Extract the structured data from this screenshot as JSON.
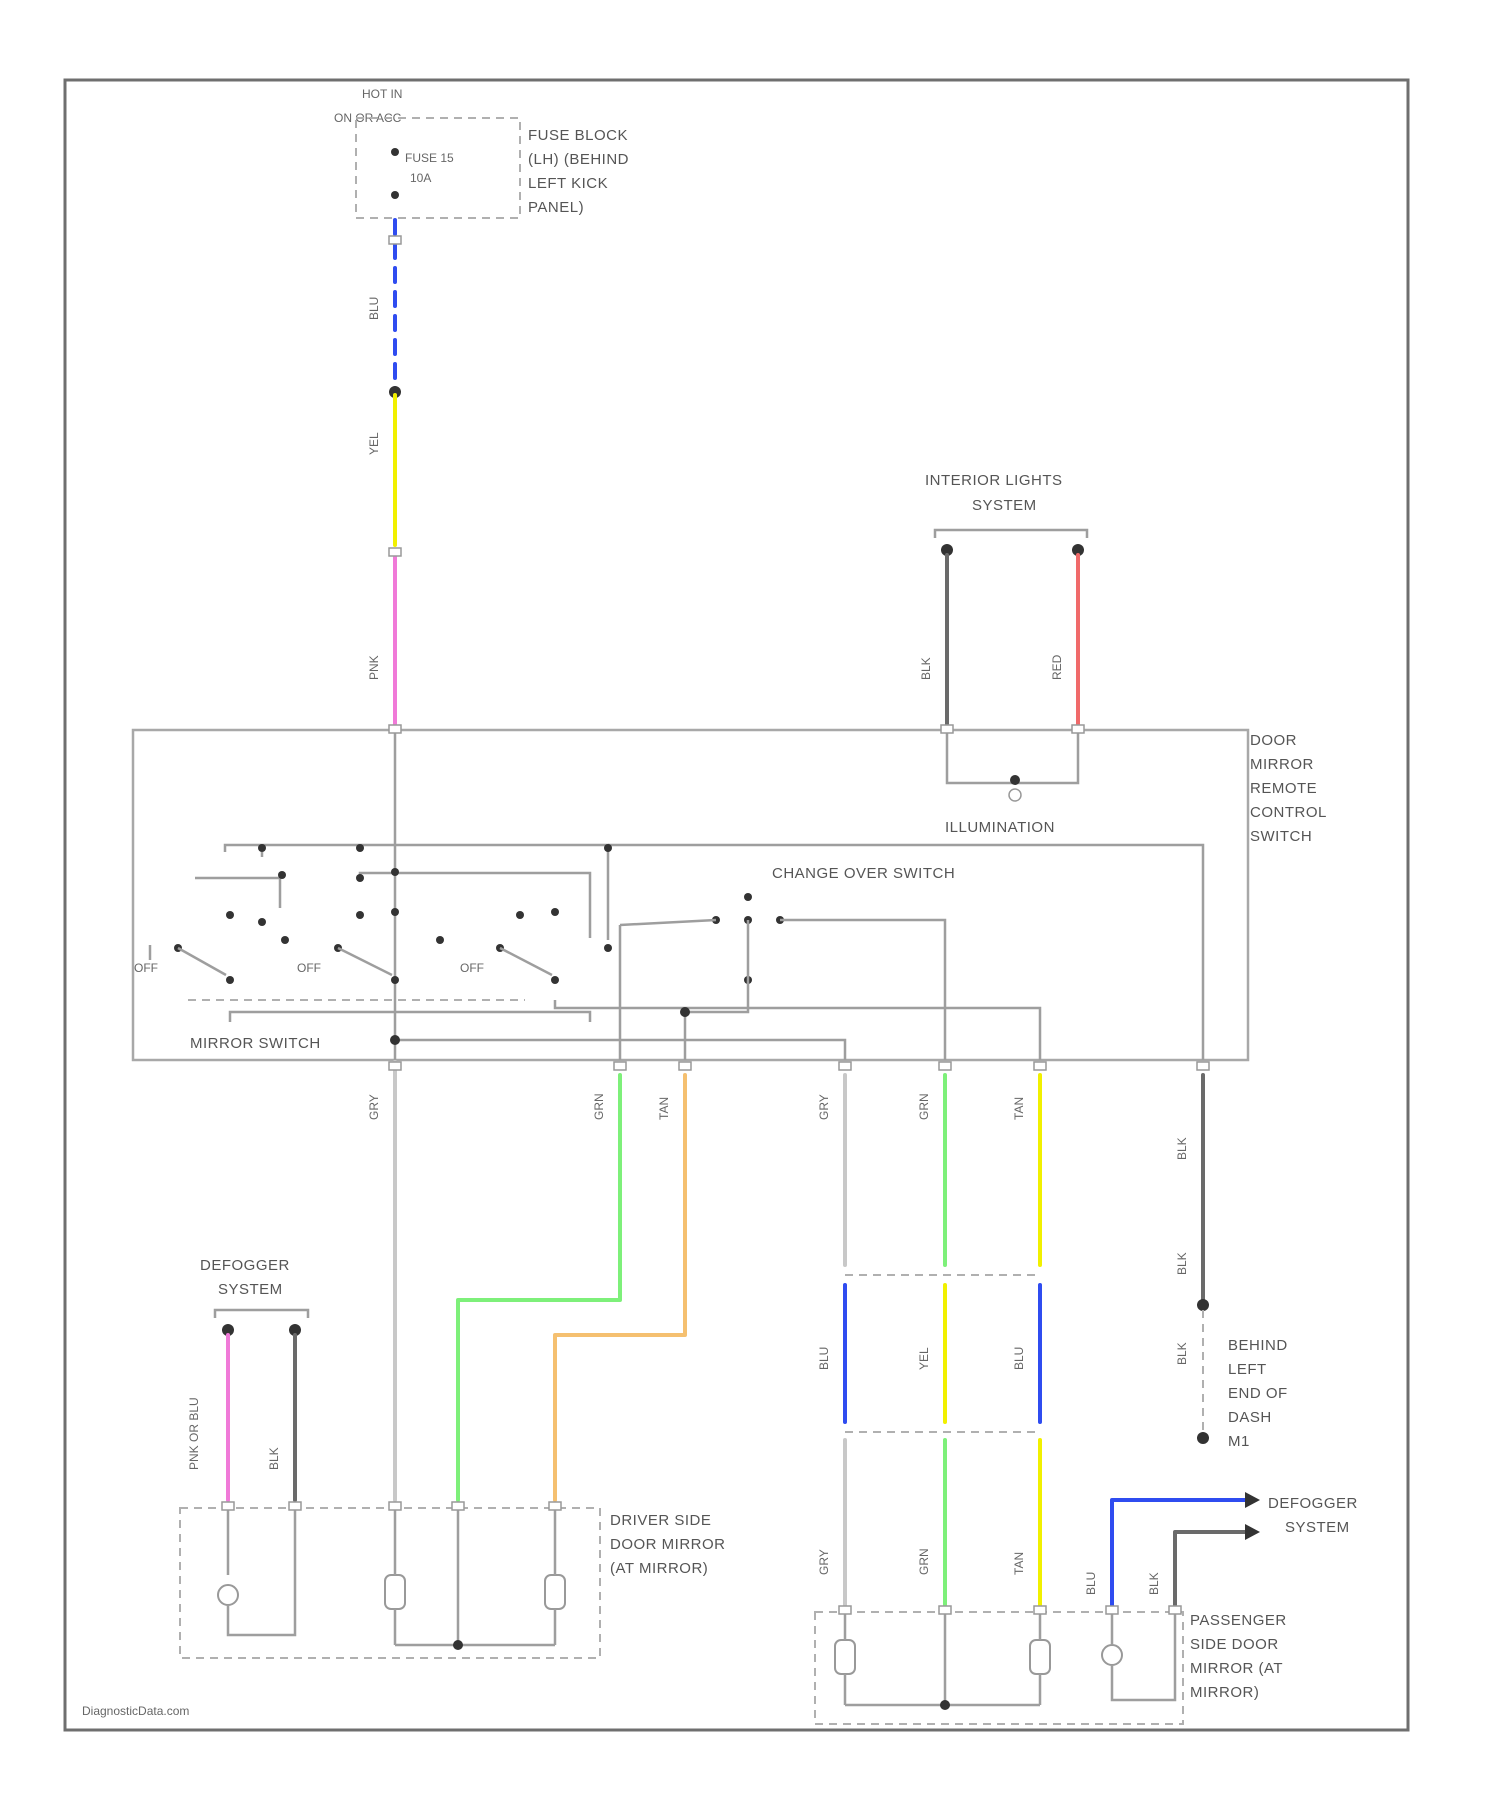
{
  "labels": {
    "hot_in": "HOT IN",
    "on_or_acc": "ON OR ACC",
    "fuse": "FUSE 15",
    "fuse_amp": "10A",
    "fuse_block": "FUSE BLOCK",
    "fuse_block_2": "(LH) (BEHIND",
    "fuse_block_3": "LEFT KICK",
    "fuse_block_4": "PANEL)",
    "interior_lights_1": "INTERIOR LIGHTS",
    "interior_lights_2": "SYSTEM",
    "switch_name_1": "DOOR",
    "switch_name_2": "MIRROR",
    "switch_name_3": "REMOTE",
    "switch_name_4": "CONTROL",
    "switch_name_5": "SWITCH",
    "illumination": "ILLUMINATION",
    "change_over": "CHANGE OVER SWITCH",
    "mirror_switch": "MIRROR SWITCH",
    "off": "OFF",
    "defogger_1": "DEFOGGER",
    "defogger_2": "SYSTEM",
    "driver_mirror_1": "DRIVER SIDE",
    "driver_mirror_2": "DOOR MIRROR",
    "driver_mirror_3": "(AT MIRROR)",
    "pass_mirror_1": "PASSENGER",
    "pass_mirror_2": "SIDE DOOR",
    "pass_mirror_3": "MIRROR (AT",
    "pass_mirror_4": "MIRROR)",
    "ground_1": "BEHIND",
    "ground_2": "LEFT",
    "ground_3": "END OF",
    "ground_4": "DASH",
    "ground_5": "M1",
    "watermark": "DiagnosticData.com"
  },
  "wire_colors": {
    "blu": "#2f4cf0",
    "yel": "#f1f000",
    "pnk": "#f07ad8",
    "blk": "#6a6a6a",
    "red": "#f06a6a",
    "grn": "#7ef07a",
    "tan": "#f5c070",
    "gry": "#c8c8c8"
  },
  "wire_labels": {
    "blu": "BLU",
    "yel": "YEL",
    "pnk": "PNK",
    "blk": "BLK",
    "red": "RED",
    "grn": "GRN",
    "tan": "TAN",
    "gry": "GRY",
    "pnk_or_blu": "PNK OR BLU"
  },
  "icons": [
    "motor-icon",
    "heater-icon",
    "ground-icon",
    "lamp-icon",
    "arrow-right-icon"
  ]
}
